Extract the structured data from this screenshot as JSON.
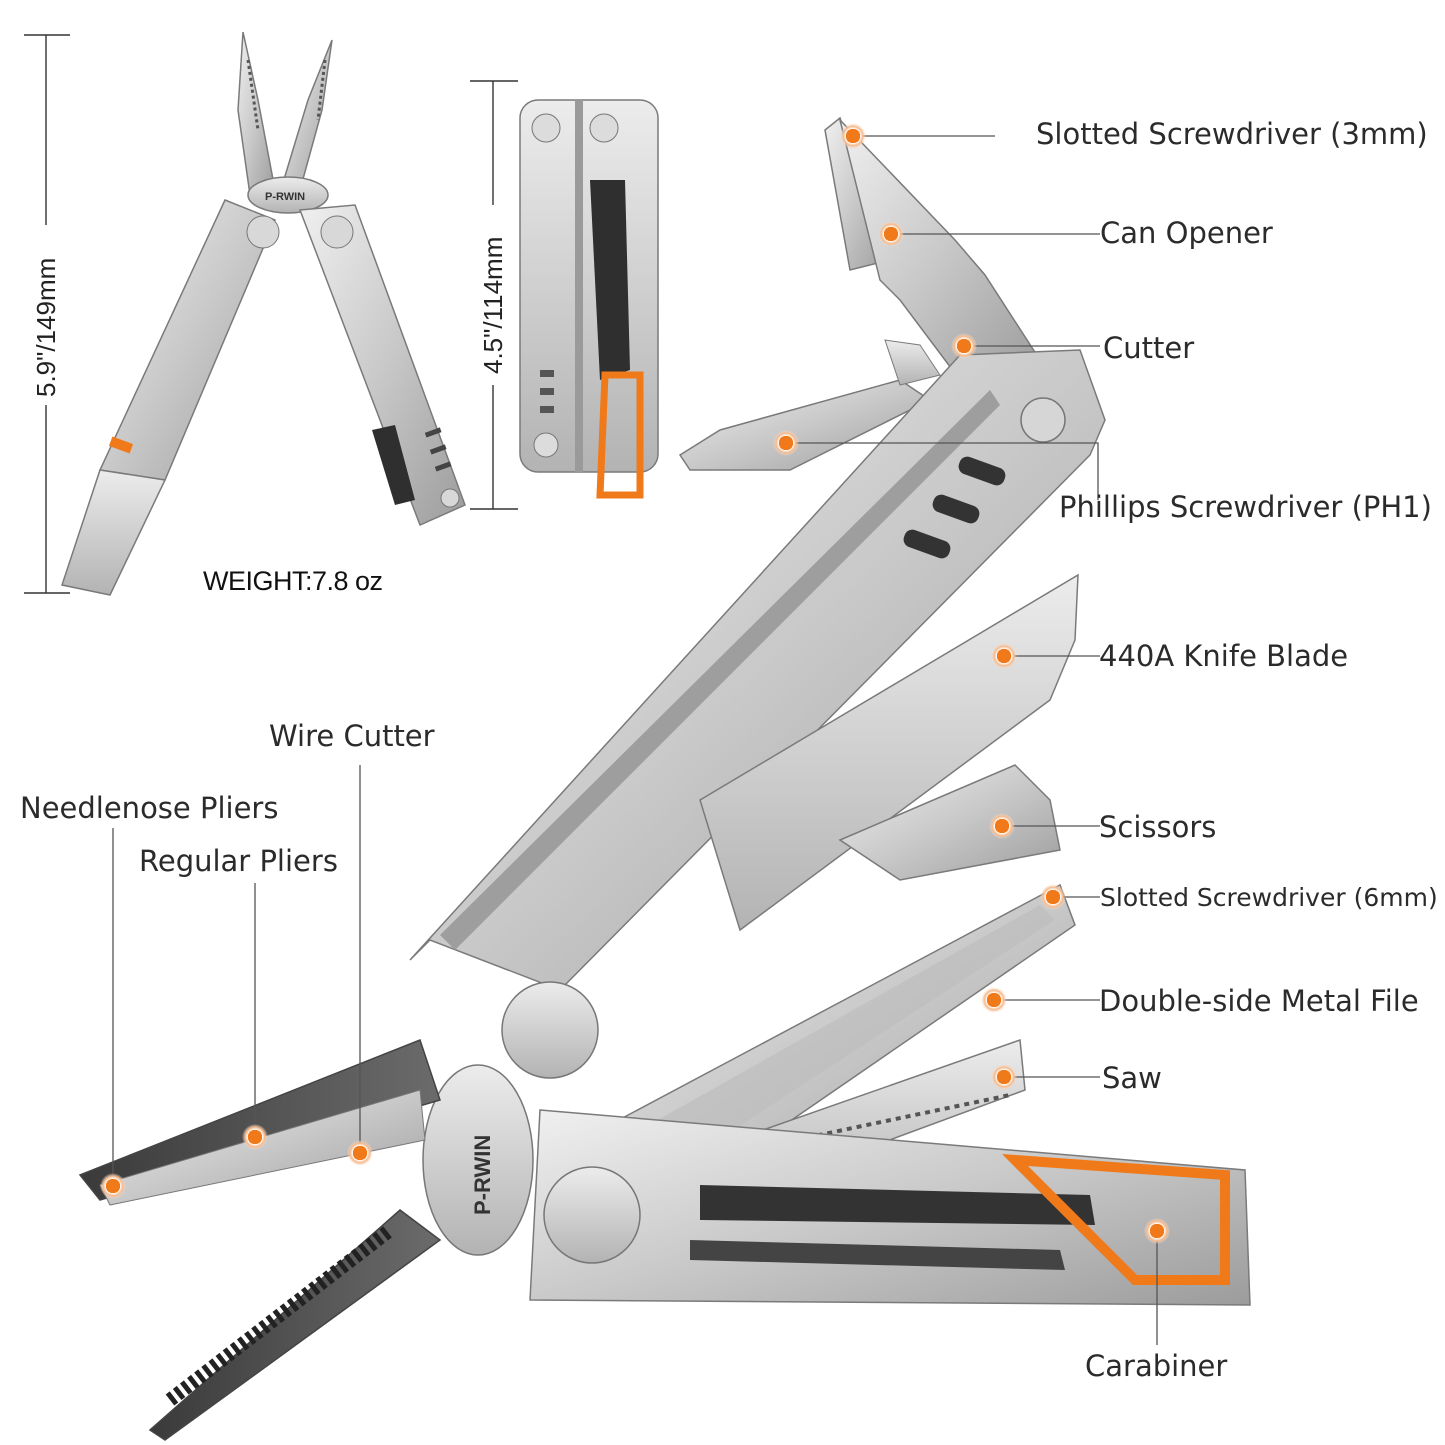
{
  "dimensions": {
    "open_height": "5.9\"/149mm",
    "closed_height": "4.5\"/114mm",
    "weight": "WEIGHT:7.8 oz"
  },
  "brand": {
    "logo_text": "P-RWIN"
  },
  "callouts": {
    "slotted_3mm": "Slotted Screwdriver (3mm)",
    "can_opener": "Can Opener",
    "cutter": "Cutter",
    "phillips": "Phillips Screwdriver (PH1)",
    "knife": "440A Knife Blade",
    "scissors": "Scissors",
    "slotted_6mm": "Slotted Screwdriver (6mm)",
    "file": "Double-side Metal File",
    "saw": "Saw",
    "carabiner": "Carabiner",
    "wire_cutter": "Wire Cutter",
    "needlenose": "Needlenose Pliers",
    "regular": "Regular Pliers"
  },
  "colors": {
    "steel_light": "#e4e4e4",
    "steel_mid": "#c4c4c4",
    "steel_dark": "#8e8e8e",
    "accent_orange": "#f07a1a",
    "leader_line": "#555555"
  }
}
